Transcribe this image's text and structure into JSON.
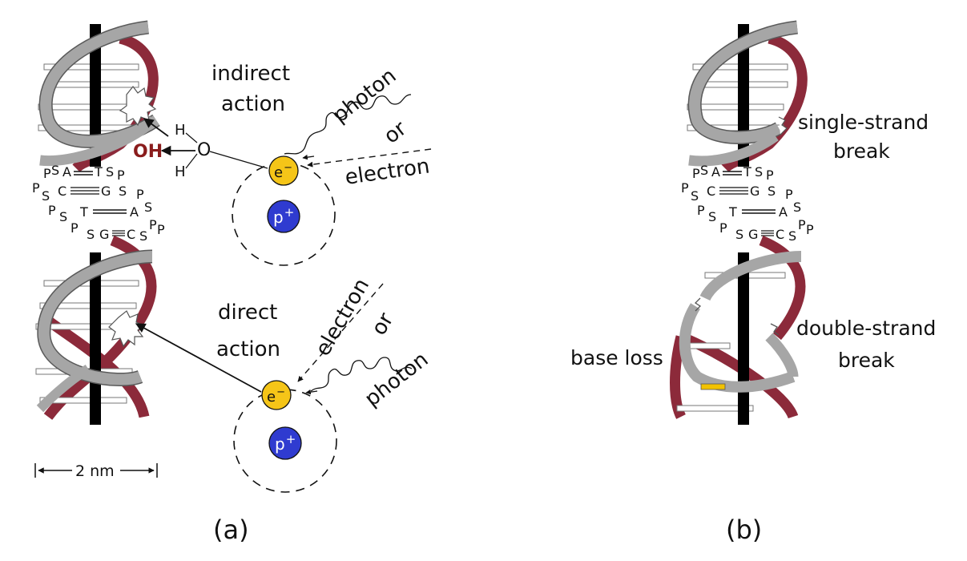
{
  "panel_a": {
    "caption": "(a)",
    "indirect_label_1": "indirect",
    "indirect_label_2": "action",
    "direct_label_1": "direct",
    "direct_label_2": "action",
    "photon_label": "photon",
    "or_label": "or",
    "electron_label": "electron",
    "water": {
      "oxygen": "O",
      "hydrogen": "H",
      "radical": "OH"
    },
    "electron_symbol": "e",
    "electron_charge": "−",
    "proton_symbol": "p",
    "proton_charge": "+",
    "scale_label": "2 nm",
    "sequence": {
      "r1": [
        "P",
        "S",
        "A",
        "T",
        "S",
        "P"
      ],
      "r2": [
        "P",
        "S",
        "C",
        "G",
        "S",
        "P"
      ],
      "r3": [
        "P",
        "S",
        "T",
        "A",
        "S",
        "P"
      ],
      "r4": [
        "P",
        "S",
        "G",
        "C",
        "S",
        "P"
      ]
    }
  },
  "panel_b": {
    "caption": "(b)",
    "single_strand_1": "single-strand",
    "single_strand_2": "break",
    "double_strand_1": "double-strand",
    "double_strand_2": "break",
    "base_loss": "base loss"
  },
  "colors": {
    "grey_strand": "#a6a6a6",
    "red_strand": "#8c2a3a",
    "axis": "#000000",
    "electron": "#f5c518",
    "proton": "#2f3bd0",
    "radical": "#8a1c1c",
    "missing_base": "#f2c200"
  }
}
